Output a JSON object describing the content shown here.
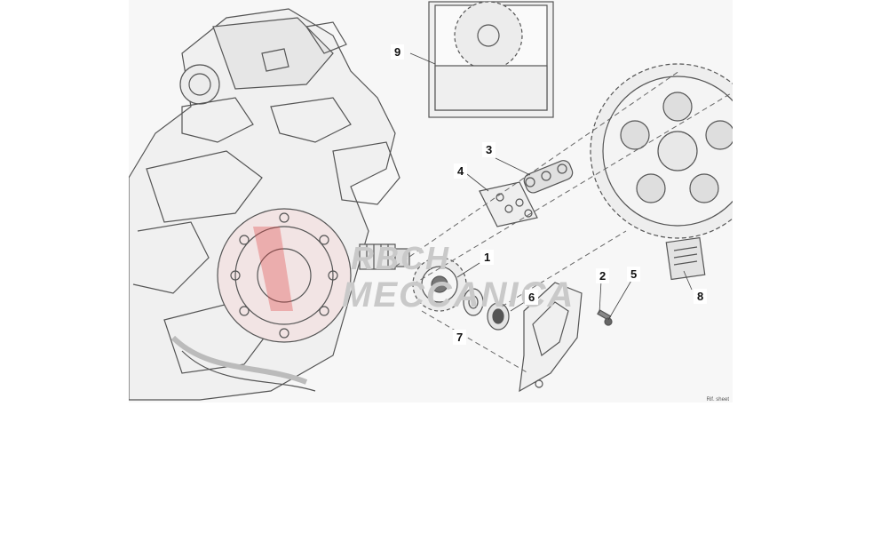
{
  "diagram": {
    "callouts": {
      "c1": "1",
      "c2": "2",
      "c3": "3",
      "c4": "4",
      "c5": "5",
      "c6": "6",
      "c7": "7",
      "c8": "8",
      "c9": "9"
    },
    "watermark": {
      "line1": "RBCH",
      "line2": "MECCANICA"
    },
    "credit": "Rif. sheet"
  }
}
